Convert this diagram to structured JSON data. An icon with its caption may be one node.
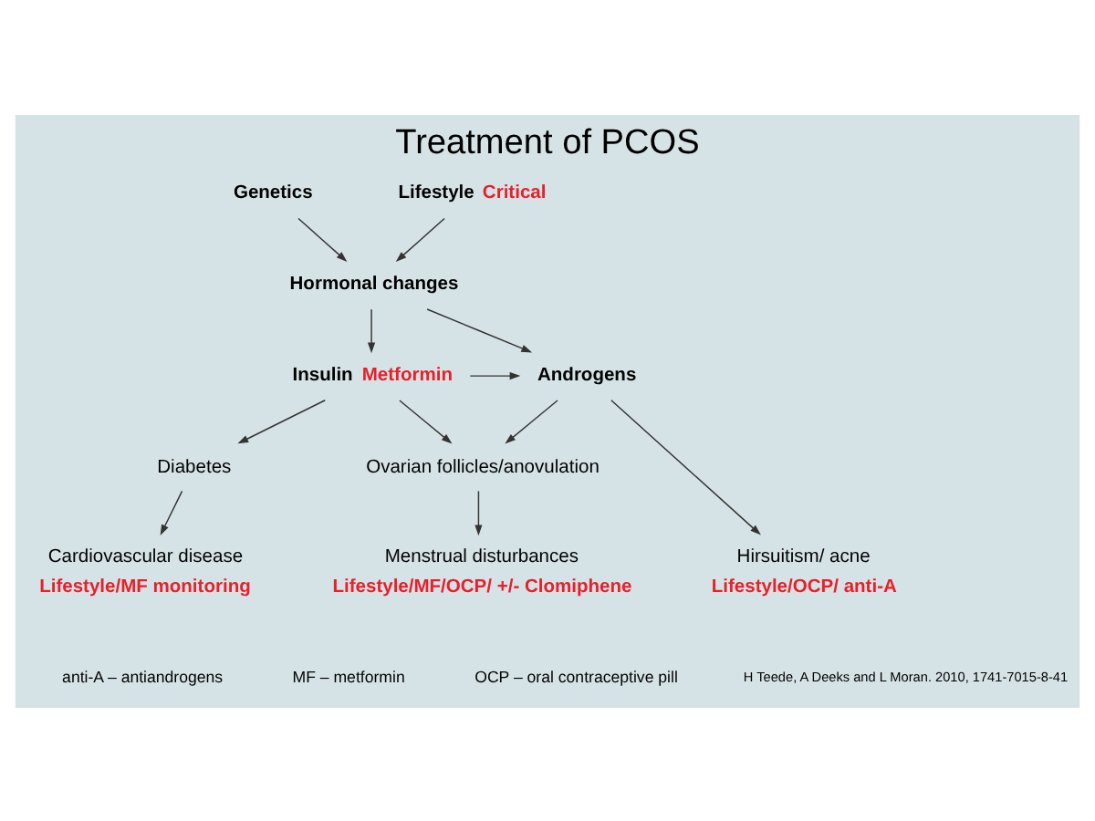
{
  "diagram": {
    "title": "Treatment of PCOS",
    "nodes": [
      {
        "text": [
          "Genetics"
        ]
      },
      {
        "text": [
          "Lifestyle"
        ],
        "beside": [
          "Critical"
        ]
      },
      {
        "text": [
          "Hormonal changes"
        ]
      },
      {
        "text": [
          "Androgens"
        ]
      },
      {
        "text": [
          "Insulin"
        ],
        "beside": [
          "Metformin"
        ]
      },
      {
        "text": [
          "Ovarian follicles/anovulation"
        ]
      },
      {
        "text": [
          "Diabetes"
        ]
      },
      {
        "text": [
          "Hirsuitism/ acne"
        ],
        "beside": [
          "Lifestyle/OCP/ anti-A"
        ]
      },
      {
        "text": [
          "Menstrual disturbances"
        ],
        "beside": [
          "Lifestyle/MF/OCP/ +/- Clomiphene"
        ]
      },
      {
        "text": [
          "Cardiovascular disease"
        ],
        "beside": [
          "Lifestyle/MF monitoring"
        ]
      }
    ],
    "edges": [
      {
        "from": 0,
        "to": 2,
        "arrow": "to"
      },
      {
        "from": 1,
        "to": 2,
        "arrow": "to"
      },
      {
        "from": 2,
        "to": 3,
        "arrow": "to"
      },
      {
        "from": 2,
        "to": 4,
        "arrow": "to"
      },
      {
        "from": 4,
        "to": 3,
        "arrow": "to"
      },
      {
        "from": 3,
        "to": 5,
        "arrow": "to"
      },
      {
        "from": 4,
        "to": 5,
        "arrow": "to"
      },
      {
        "from": 4,
        "to": 6,
        "arrow": "to"
      },
      {
        "from": 3,
        "to": 7,
        "arrow": "to"
      },
      {
        "from": 5,
        "to": 8,
        "arrow": "to"
      },
      {
        "from": 6,
        "to": 9,
        "arrow": "to"
      }
    ],
    "labels": [
      "anti-A – antiandrogens",
      "MF – metformin",
      "OCP – oral contraceptive pill",
      "H Teede, A Deeks and L Moran. 2010, 1741-7015-8-41"
    ]
  }
}
